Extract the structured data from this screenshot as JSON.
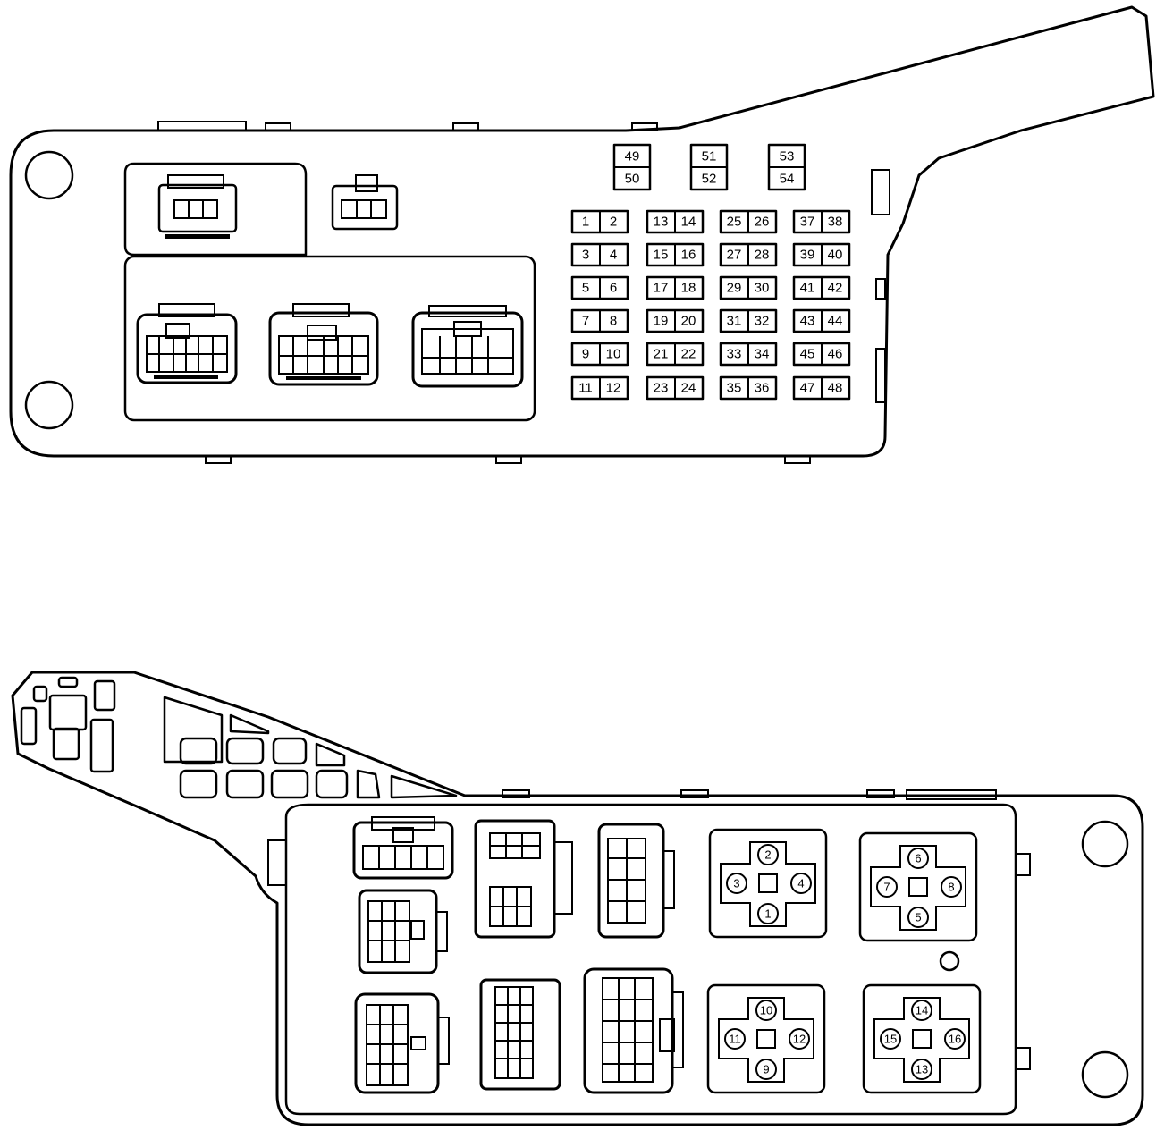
{
  "top_box": {
    "fuses_top": [
      [
        "49",
        "50"
      ],
      [
        "51",
        "52"
      ],
      [
        "53",
        "54"
      ]
    ],
    "fuses": [
      [
        "1",
        "2"
      ],
      [
        "13",
        "14"
      ],
      [
        "25",
        "26"
      ],
      [
        "37",
        "38"
      ],
      [
        "3",
        "4"
      ],
      [
        "15",
        "16"
      ],
      [
        "27",
        "28"
      ],
      [
        "39",
        "40"
      ],
      [
        "5",
        "6"
      ],
      [
        "17",
        "18"
      ],
      [
        "29",
        "30"
      ],
      [
        "41",
        "42"
      ],
      [
        "7",
        "8"
      ],
      [
        "19",
        "20"
      ],
      [
        "31",
        "32"
      ],
      [
        "43",
        "44"
      ],
      [
        "9",
        "10"
      ],
      [
        "21",
        "22"
      ],
      [
        "33",
        "34"
      ],
      [
        "45",
        "46"
      ],
      [
        "11",
        "12"
      ],
      [
        "23",
        "24"
      ],
      [
        "35",
        "36"
      ],
      [
        "47",
        "48"
      ]
    ]
  },
  "bottom_box": {
    "relay_blocks": [
      {
        "top": "2",
        "left": "3",
        "right": "4",
        "bottom": "1"
      },
      {
        "top": "6",
        "left": "7",
        "right": "8",
        "bottom": "5"
      },
      {
        "top": "10",
        "left": "11",
        "right": "12",
        "bottom": "9"
      },
      {
        "top": "14",
        "left": "15",
        "right": "16",
        "bottom": "13"
      }
    ]
  }
}
